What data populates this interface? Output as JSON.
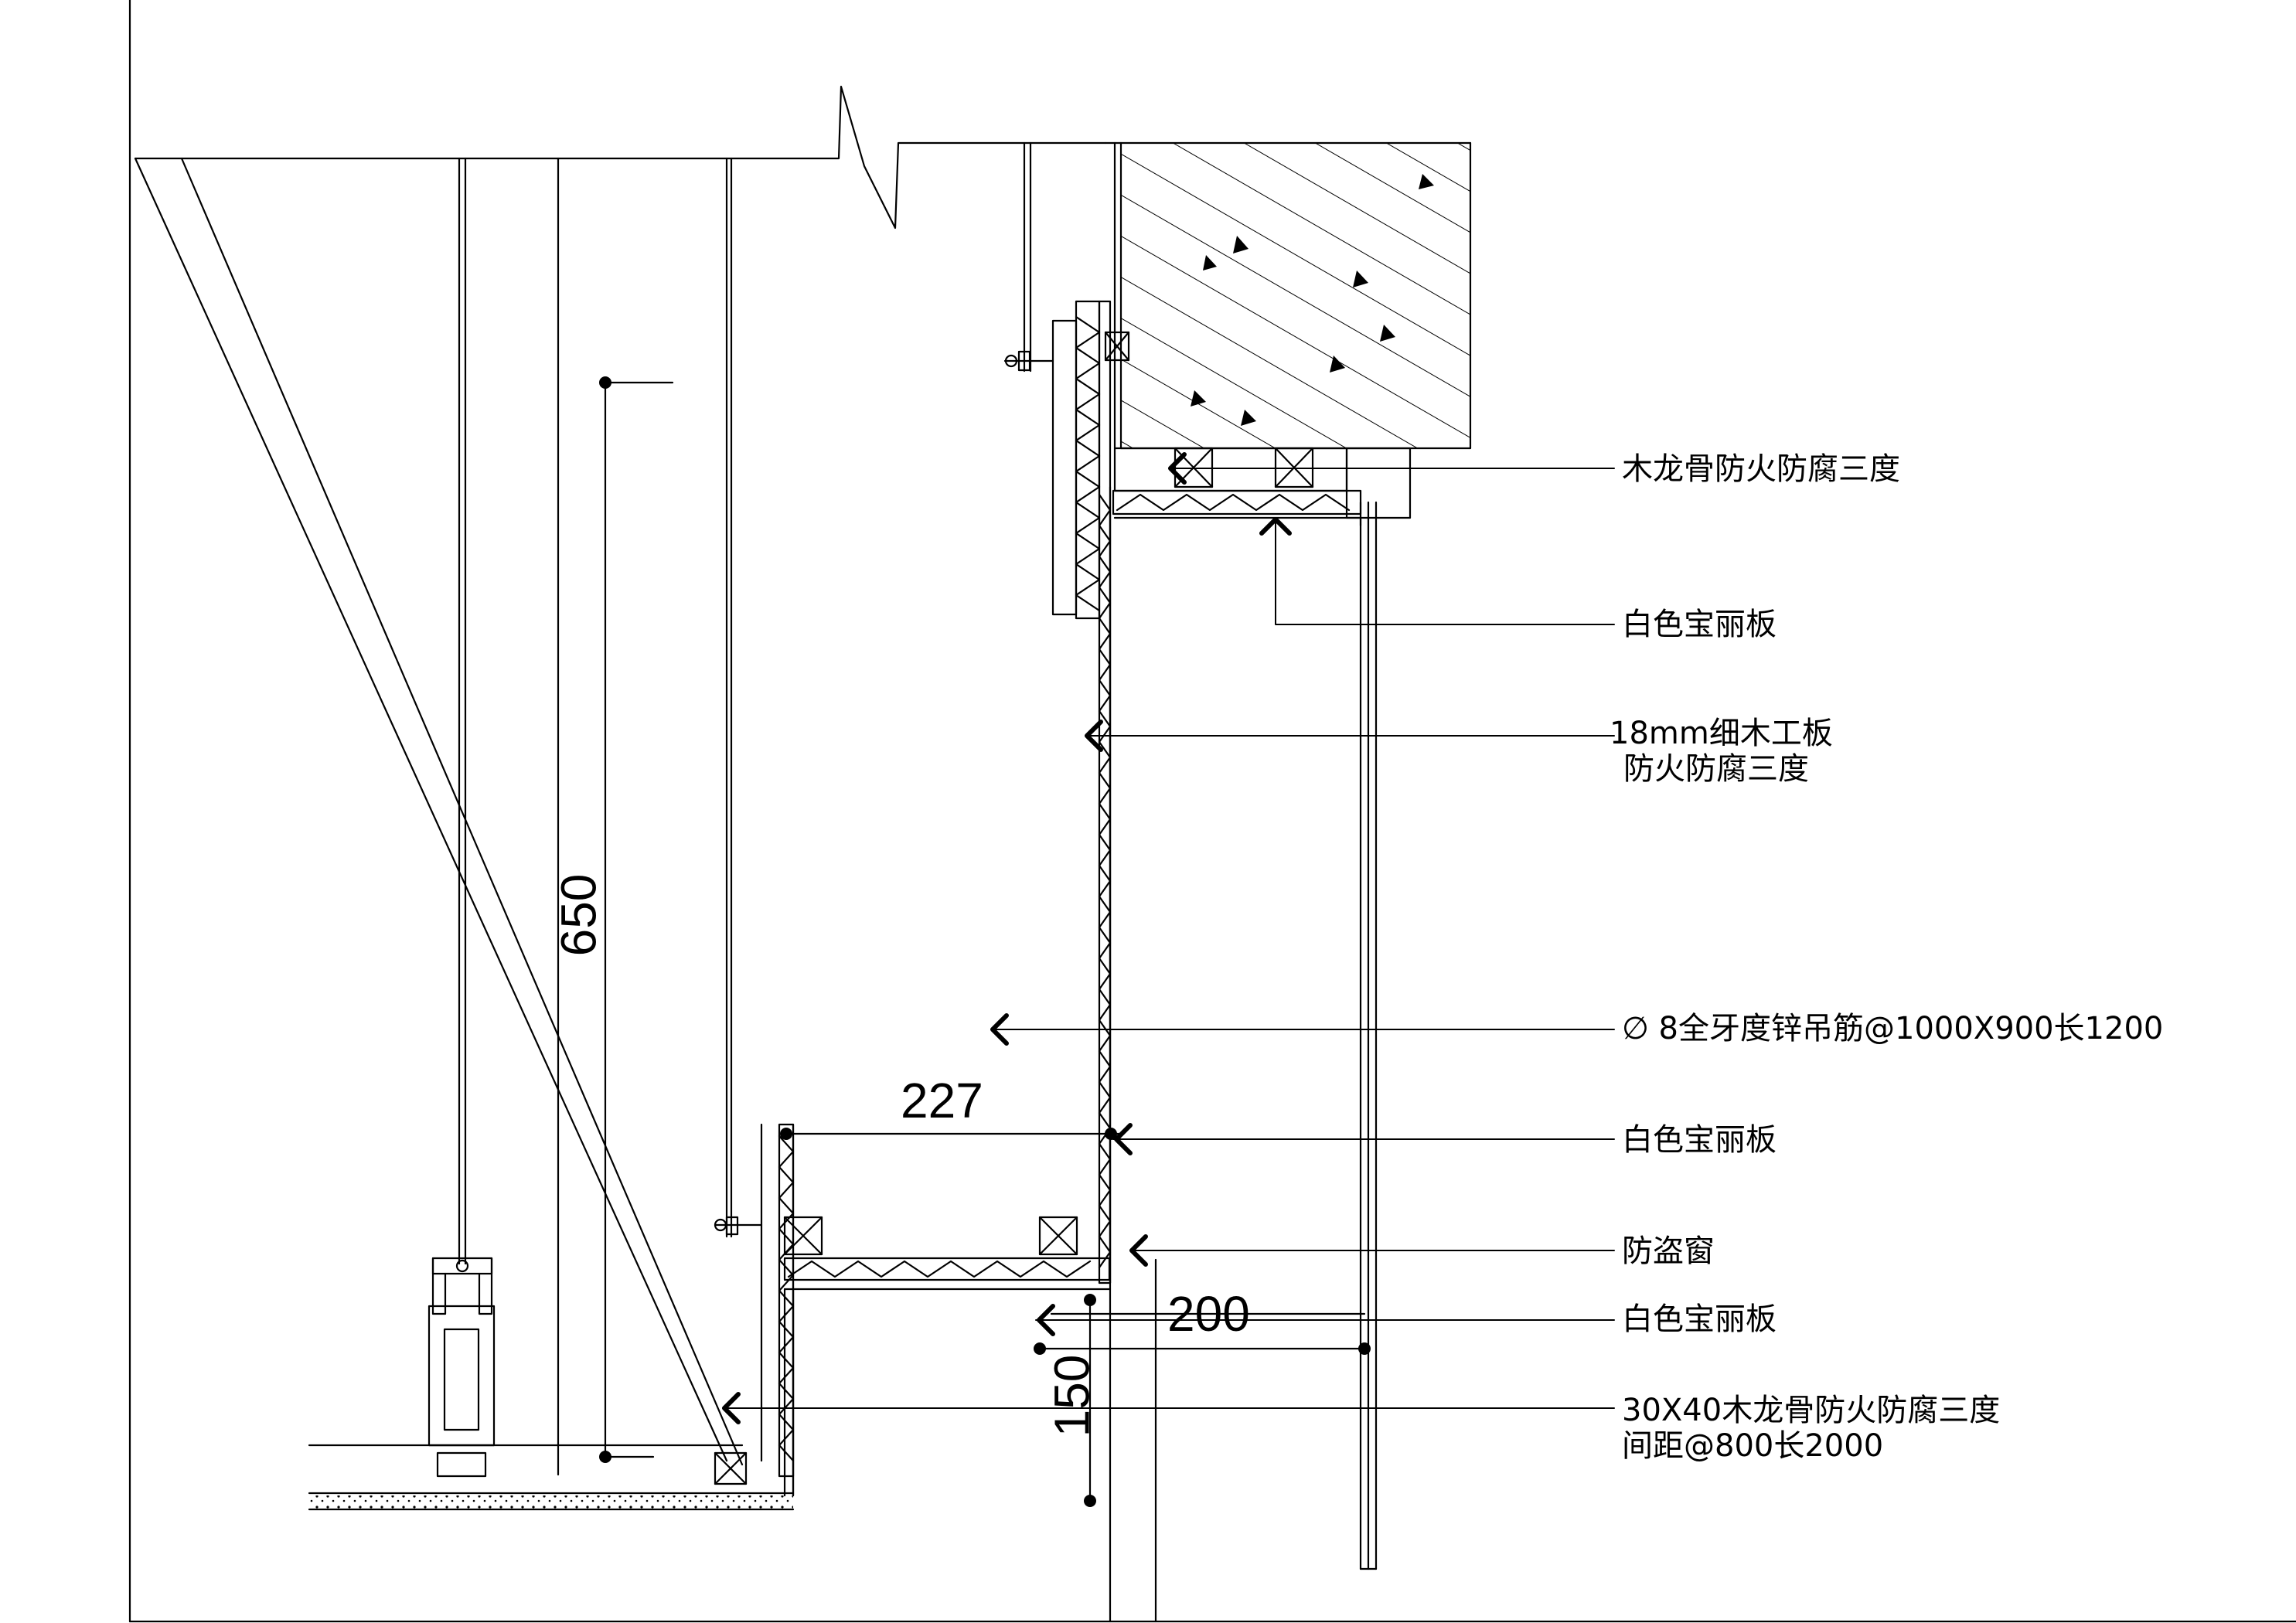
{
  "dimensions": {
    "d650": "650",
    "d227": "227",
    "d200": "200",
    "d150": "150"
  },
  "callouts": [
    {
      "lines": [
        "木龙骨防火防腐三度"
      ]
    },
    {
      "lines": [
        "白色宝丽板"
      ]
    },
    {
      "lines": [
        "18mm细木工板",
        "防火防腐三度"
      ]
    },
    {
      "lines": [
        "∅ 8全牙度锌吊筋@1000X900长1200"
      ]
    },
    {
      "lines": [
        "白色宝丽板"
      ]
    },
    {
      "lines": [
        "防盗窗"
      ]
    },
    {
      "lines": [
        "白色宝丽板"
      ]
    },
    {
      "lines": [
        "30X40木龙骨防火防腐三度",
        "间距@800长2000"
      ]
    }
  ]
}
